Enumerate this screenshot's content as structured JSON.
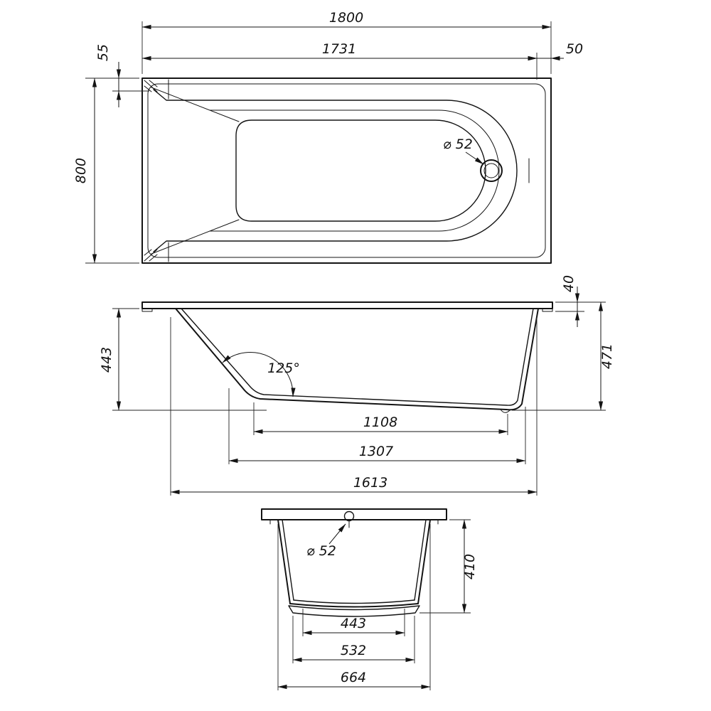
{
  "drawing": {
    "background": "#ffffff",
    "line_color": "#141414",
    "top_view": {
      "overall_length": "1800",
      "upper_length": "1731",
      "right_inset": "50",
      "left_inset": "55",
      "overall_width": "800",
      "drain": "⌀ 52"
    },
    "side_view": {
      "rim_drop": "40",
      "depth_front": "443",
      "depth_back": "471",
      "backrest_angle": "125°",
      "floor_length": "1108",
      "lower_length": "1307",
      "base_length": "1613"
    },
    "end_view": {
      "drain": "⌀ 52",
      "body_height": "410",
      "floor_width": "443",
      "base_width": "532",
      "lower_width": "664"
    }
  }
}
